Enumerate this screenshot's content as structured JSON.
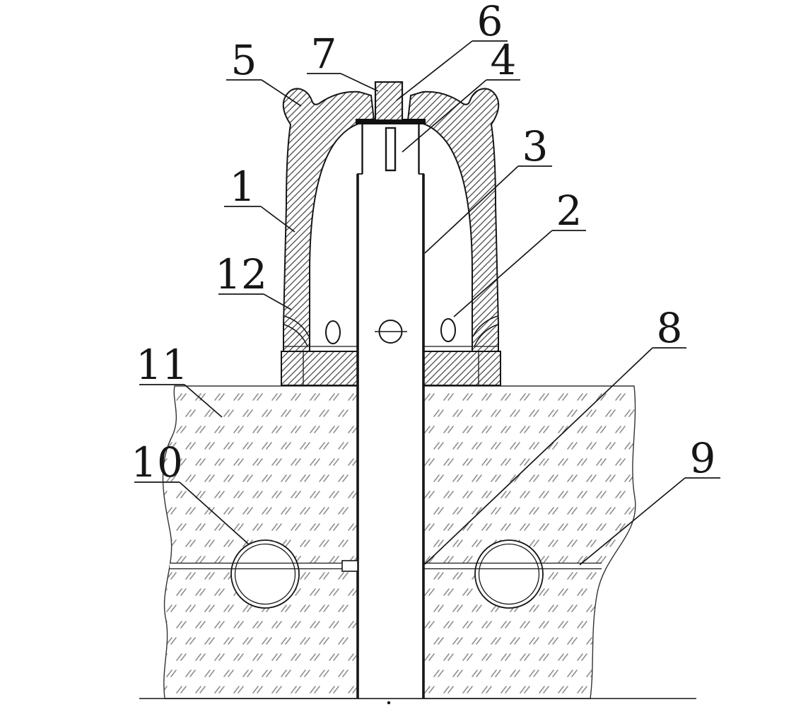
{
  "figure": {
    "background_color": "#ffffff",
    "ink_color": "#161616",
    "substrate_hatch_color": "#8f8f8f",
    "labels": [
      {
        "text": "1"
      },
      {
        "text": "2"
      },
      {
        "text": "3"
      },
      {
        "text": "4"
      },
      {
        "text": "5"
      },
      {
        "text": "6"
      },
      {
        "text": "7"
      },
      {
        "text": "8"
      },
      {
        "text": "9"
      },
      {
        "text": "10"
      },
      {
        "text": "11"
      },
      {
        "text": "12"
      }
    ]
  }
}
